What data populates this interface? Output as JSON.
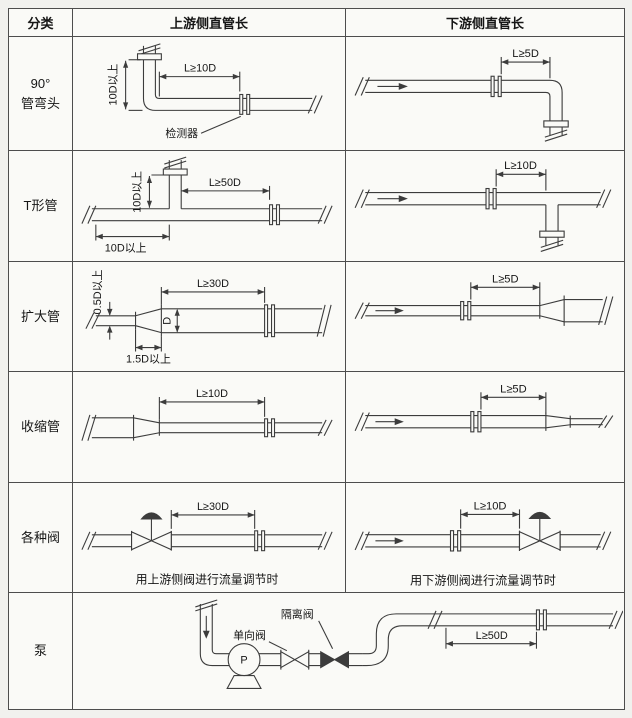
{
  "header": {
    "category": "分类",
    "upstream": "上游侧直管长",
    "downstream": "下游侧直管长"
  },
  "rows": {
    "elbow": {
      "category": "90°\n管弯头",
      "up_dim": "L≥10D",
      "up_vdim": "10D以上",
      "detector_label": "检测器",
      "down_dim": "L≥5D"
    },
    "tee": {
      "category": "T形管",
      "up_dim": "L≥50D",
      "up_vdim": "10D以上",
      "up_hdim": "10D以上",
      "down_dim": "L≥10D"
    },
    "expander": {
      "category": "扩大管",
      "up_dim": "L≥30D",
      "up_small_dia": "0.5D以上",
      "up_dia": "D",
      "up_taper_len": "1.5D以上",
      "down_dim": "L≥5D"
    },
    "reducer": {
      "category": "收缩管",
      "up_dim": "L≥10D",
      "down_dim": "L≥5D"
    },
    "valves": {
      "category": "各种阀",
      "up_dim": "L≥30D",
      "up_note": "用上游侧阀进行流量调节时",
      "down_dim": "L≥10D",
      "down_note": "用下游侧阀进行流量调节时"
    },
    "pump": {
      "category": "泵",
      "check_valve_label": "单向阀",
      "isolation_valve_label": "隔离阀",
      "dim": "L≥50D",
      "pump_letter": "P"
    }
  },
  "colors": {
    "line": "#3c3c3c",
    "border": "#4d4d4d",
    "background": "#f1f1ee"
  }
}
